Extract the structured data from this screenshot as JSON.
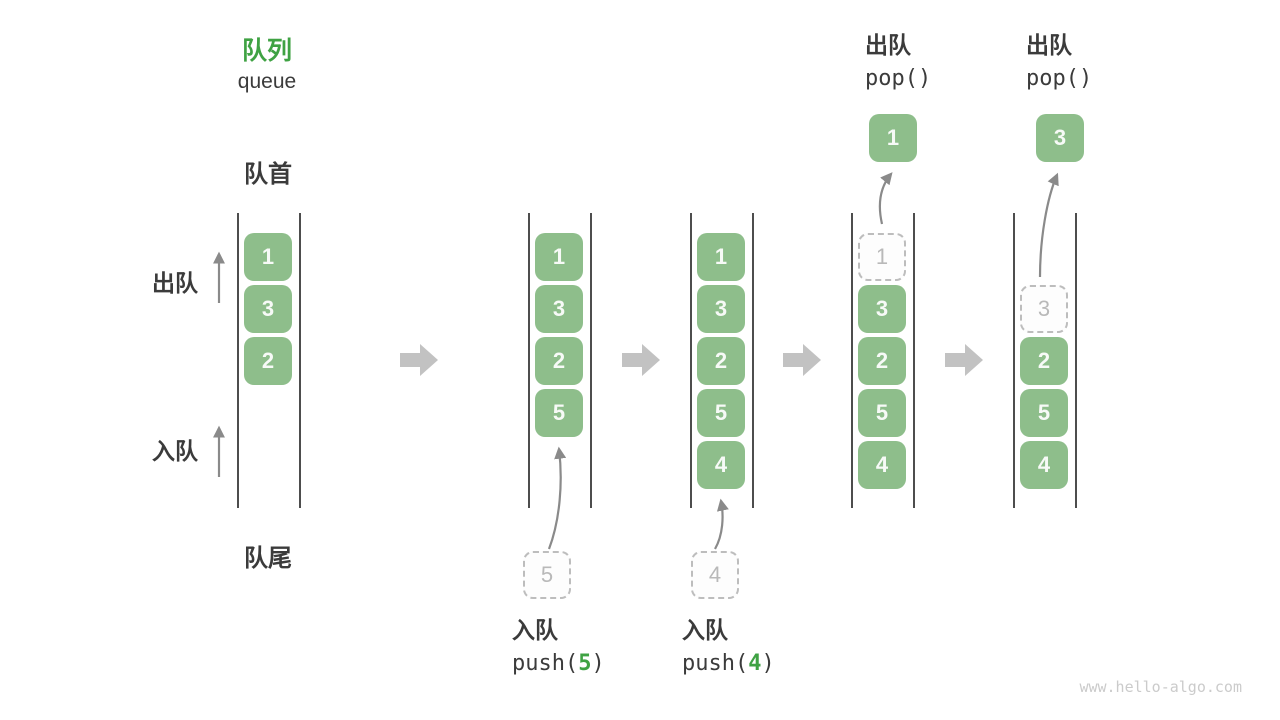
{
  "theme": {
    "box_green": "#8ebe8b",
    "accent_green": "#3fa243",
    "text_dark": "#3b3b3b",
    "line_dark": "#4d4d4d",
    "arrow_gray": "#8a8a8a",
    "block_arrow_gray": "#c2c2c2",
    "ghost_border": "#bdbdbd",
    "ghost_text": "#b9b9b9",
    "watermark_gray": "#cbcbcb"
  },
  "legend": {
    "title_zh": "队列",
    "title_en": "queue",
    "front_label": "队首",
    "rear_label": "队尾",
    "dequeue_side_label": "出队",
    "enqueue_side_label": "入队"
  },
  "operations": [
    {
      "label": "入队",
      "fn": "push(",
      "arg": "5",
      "close": ")"
    },
    {
      "label": "入队",
      "fn": "push(",
      "arg": "4",
      "close": ")"
    },
    {
      "label": "出队",
      "fn": "pop(",
      "arg": "",
      "close": ")"
    },
    {
      "label": "出队",
      "fn": "pop(",
      "arg": "",
      "close": ")"
    }
  ],
  "columns": [
    {
      "name": "queue-state-1",
      "cells": [
        {
          "value": "1",
          "slot": 0,
          "variant": "solid"
        },
        {
          "value": "3",
          "slot": 1,
          "variant": "solid"
        },
        {
          "value": "2",
          "slot": 2,
          "variant": "solid"
        }
      ]
    },
    {
      "name": "queue-state-2",
      "cells": [
        {
          "value": "1",
          "slot": 0,
          "variant": "solid"
        },
        {
          "value": "3",
          "slot": 1,
          "variant": "solid"
        },
        {
          "value": "2",
          "slot": 2,
          "variant": "solid"
        },
        {
          "value": "5",
          "slot": 3,
          "variant": "solid"
        }
      ]
    },
    {
      "name": "queue-state-3",
      "cells": [
        {
          "value": "1",
          "slot": 0,
          "variant": "solid"
        },
        {
          "value": "3",
          "slot": 1,
          "variant": "solid"
        },
        {
          "value": "2",
          "slot": 2,
          "variant": "solid"
        },
        {
          "value": "5",
          "slot": 3,
          "variant": "solid"
        },
        {
          "value": "4",
          "slot": 4,
          "variant": "solid"
        }
      ]
    },
    {
      "name": "queue-state-4",
      "cells": [
        {
          "value": "1",
          "slot": 0,
          "variant": "ghost"
        },
        {
          "value": "3",
          "slot": 1,
          "variant": "solid"
        },
        {
          "value": "2",
          "slot": 2,
          "variant": "solid"
        },
        {
          "value": "5",
          "slot": 3,
          "variant": "solid"
        },
        {
          "value": "4",
          "slot": 4,
          "variant": "solid"
        }
      ]
    },
    {
      "name": "queue-state-5",
      "cells": [
        {
          "value": "3",
          "slot": 1,
          "variant": "ghost"
        },
        {
          "value": "2",
          "slot": 2,
          "variant": "solid"
        },
        {
          "value": "5",
          "slot": 3,
          "variant": "solid"
        },
        {
          "value": "4",
          "slot": 4,
          "variant": "solid"
        }
      ]
    }
  ],
  "floating_boxes": [
    {
      "value": "5",
      "variant": "ghost",
      "role": "incoming-element"
    },
    {
      "value": "4",
      "variant": "ghost",
      "role": "incoming-element"
    },
    {
      "value": "1",
      "variant": "solid",
      "role": "popped-element"
    },
    {
      "value": "3",
      "variant": "solid",
      "role": "popped-element"
    }
  ],
  "watermark": "www.hello-algo.com"
}
